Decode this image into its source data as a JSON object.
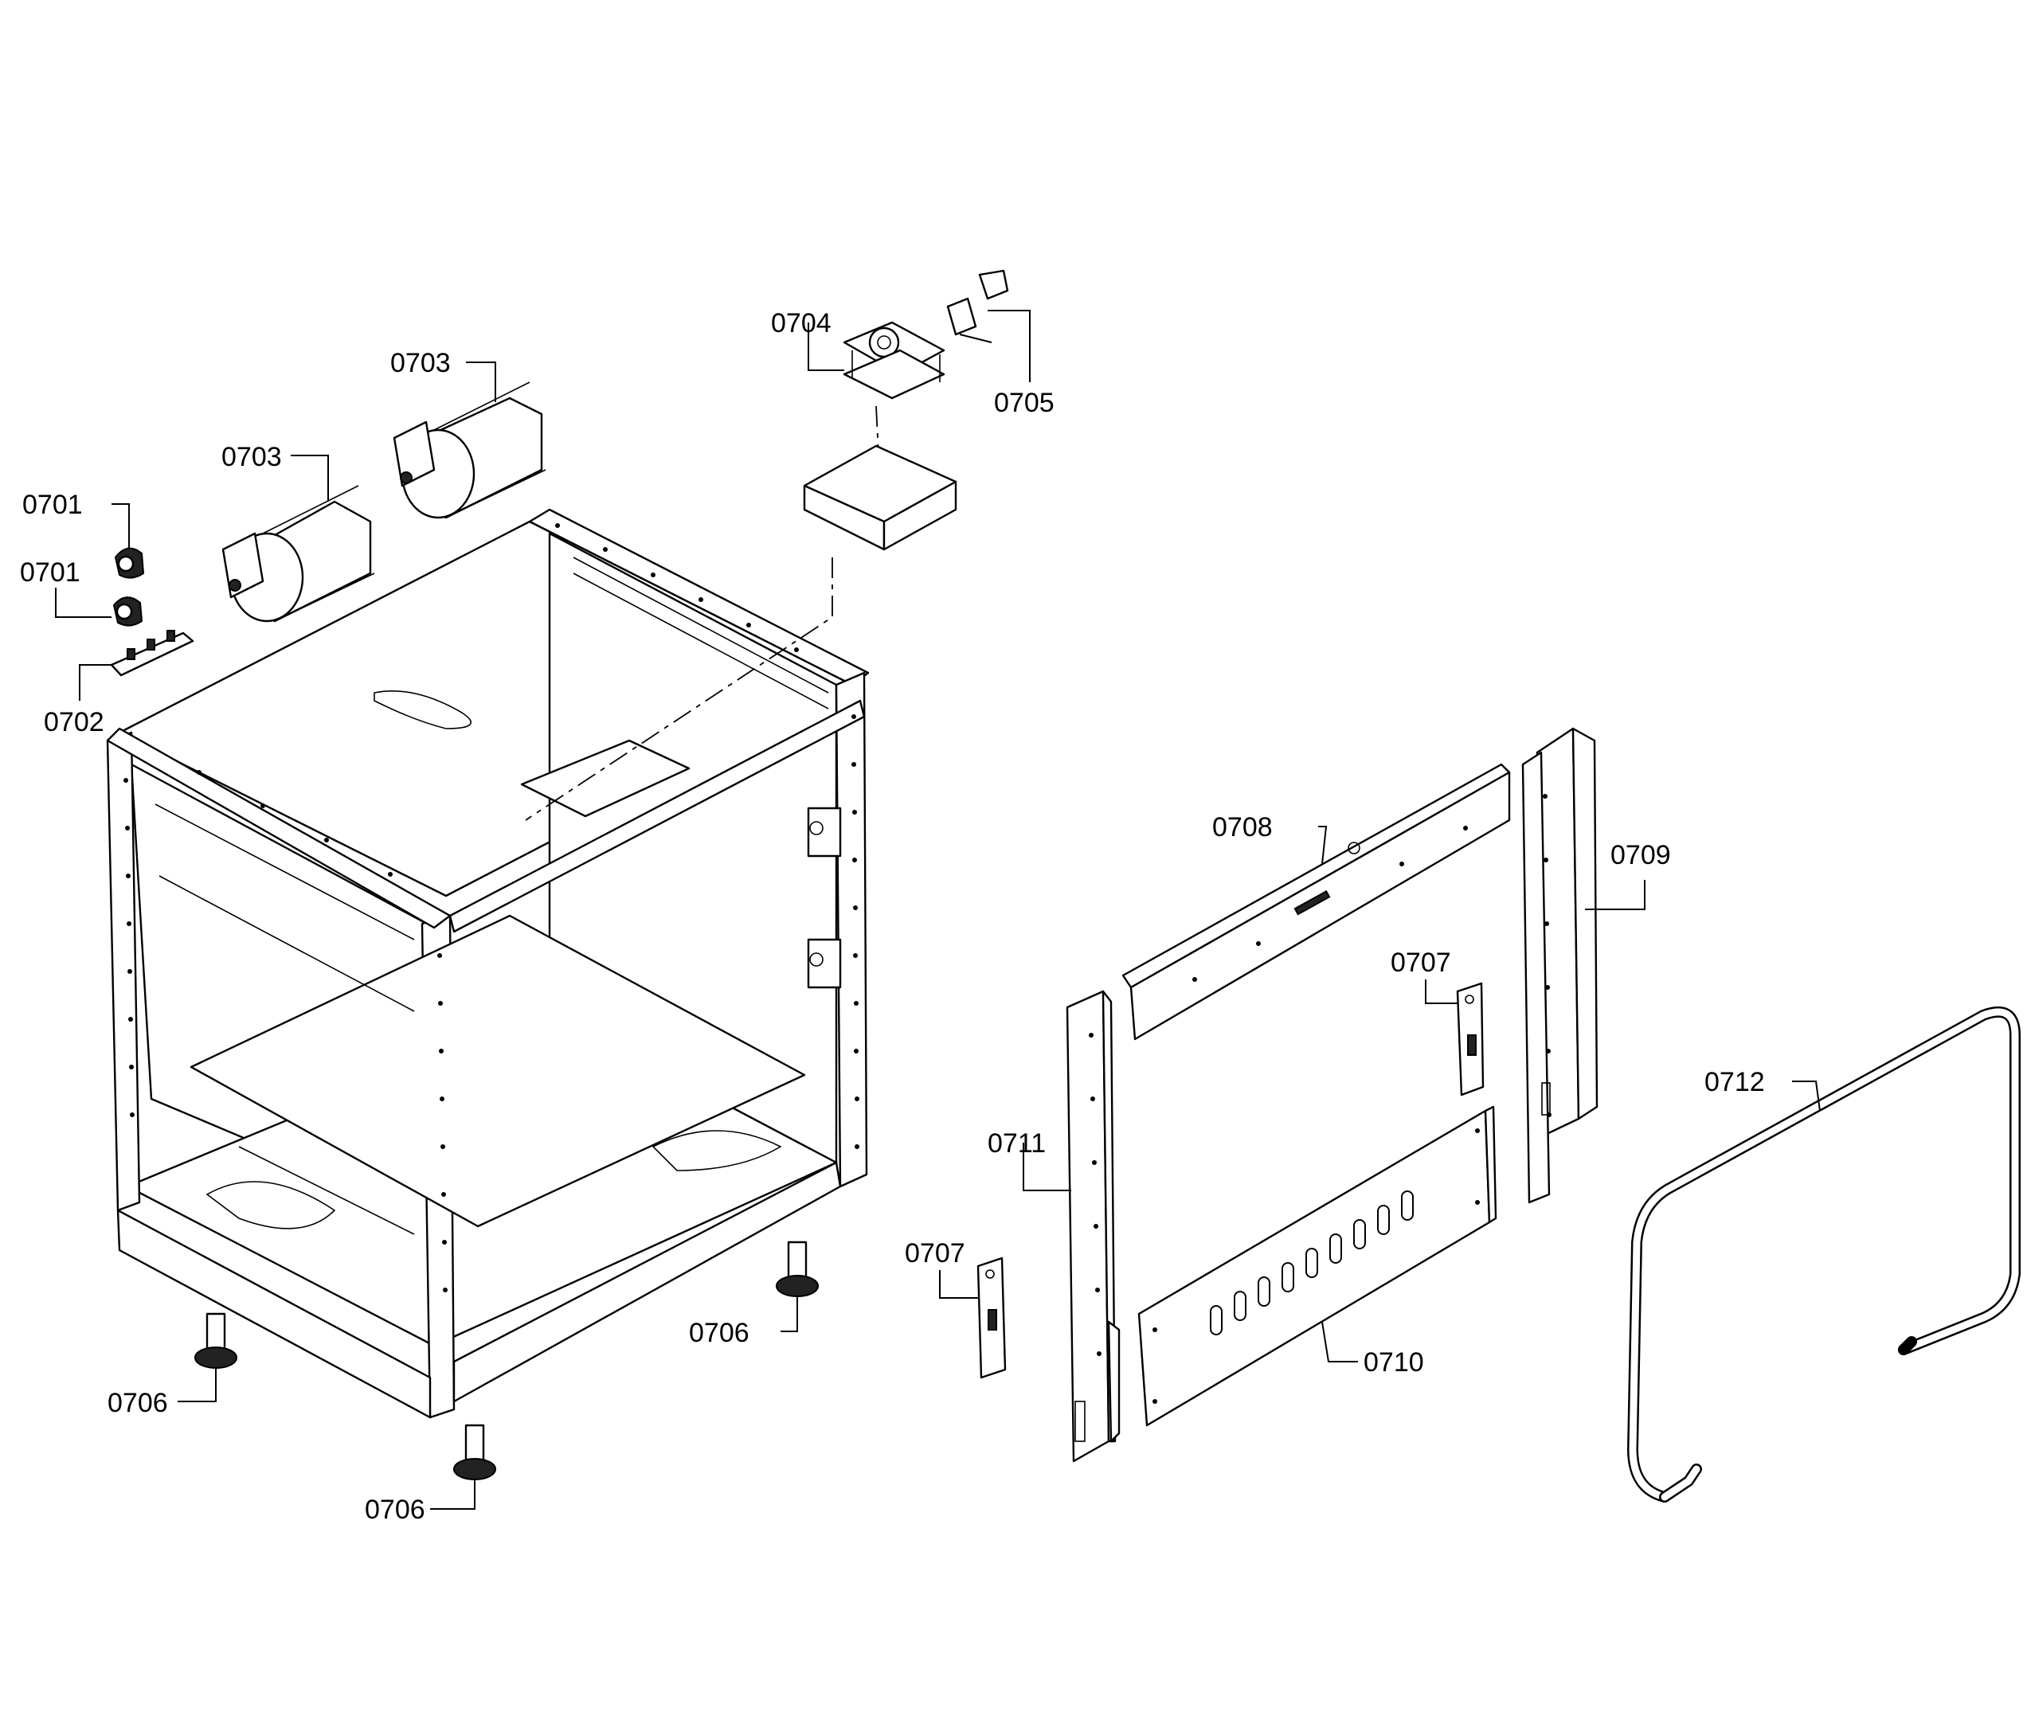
{
  "callouts": {
    "c0701a": "0701",
    "c0701b": "0701",
    "c0702": "0702",
    "c0703a": "0703",
    "c0703b": "0703",
    "c0704": "0704",
    "c0705": "0705",
    "c0706a": "0706",
    "c0706b": "0706",
    "c0706c": "0706",
    "c0707a": "0707",
    "c0707b": "0707",
    "c0708": "0708",
    "c0709": "0709",
    "c0710": "0710",
    "c0711": "0711",
    "c0712": "0712"
  },
  "colors": {
    "ink": "#000000",
    "paper": "#ffffff"
  }
}
